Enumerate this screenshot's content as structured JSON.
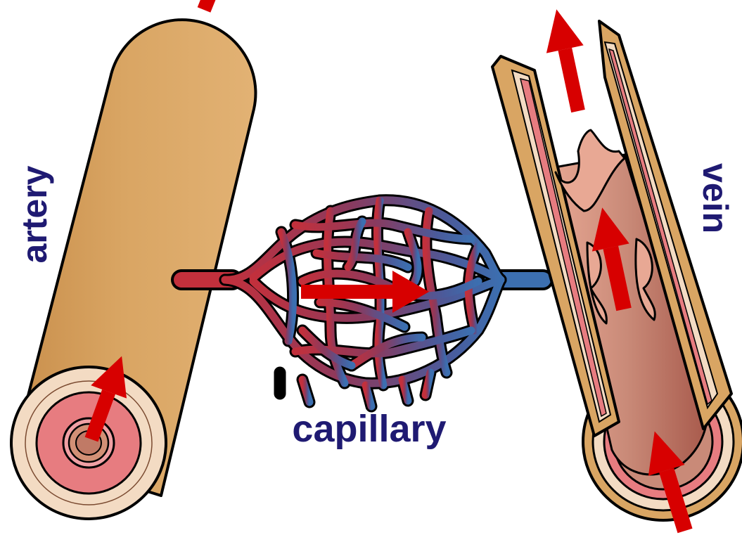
{
  "labels": {
    "artery": "artery",
    "capillary": "capillary",
    "vein": "vein"
  },
  "colors": {
    "vessel_outer": "#d9a563",
    "vessel_outer_dark": "#c98f4c",
    "vessel_cream": "#f3dbc3",
    "vessel_pink": "#e77c80",
    "lumen_brown": "#c98a78",
    "arterial_red": "#b8303c",
    "venous_blue": "#3c6fb0",
    "flow_arrow": "#d70000",
    "label_navy": "#1f1a72"
  },
  "icons": [
    "flow-arrow-icon"
  ]
}
